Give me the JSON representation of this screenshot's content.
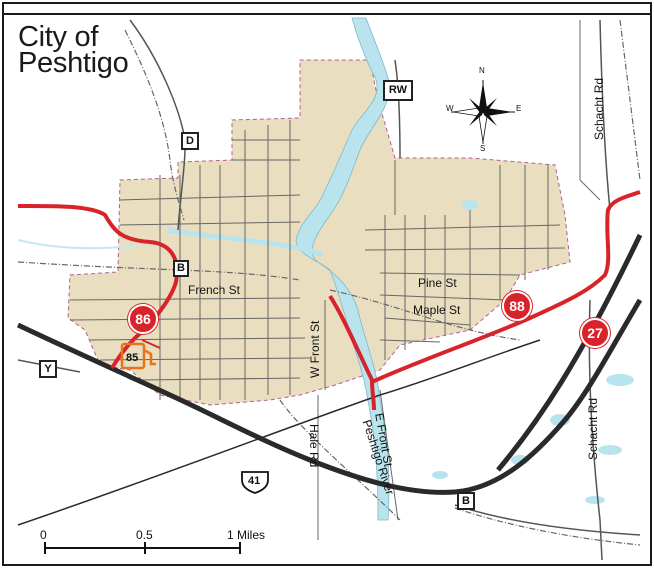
{
  "title": {
    "line1": "City of",
    "line2": "Peshtigo"
  },
  "streets": {
    "french": "French St",
    "pine": "Pine St",
    "maple": "Maple St",
    "w_front": "W Front St",
    "e_front": "E Front St",
    "hale": "Hale Rd",
    "schacht_top": "Schacht Rd",
    "schacht_bottom": "Schacht Rd",
    "river": "Peshtigo River"
  },
  "routes": {
    "r86": "86",
    "r88": "88",
    "r27": "27",
    "r85": "85",
    "us41": "41"
  },
  "county_roads": {
    "rw": "RW",
    "d": "D",
    "b_west": "B",
    "b_east": "B",
    "y": "Y"
  },
  "compass": {
    "n": "N",
    "s": "S",
    "e": "E",
    "w": "W"
  },
  "scale": {
    "t0": "0",
    "t1": "0.5",
    "t2": "1 Miles"
  },
  "colors": {
    "city_fill": "#e9dfc0",
    "water": "#b9e4ee",
    "route": "#d8232a",
    "highway": "#2a2a2a",
    "street": "#555555"
  }
}
